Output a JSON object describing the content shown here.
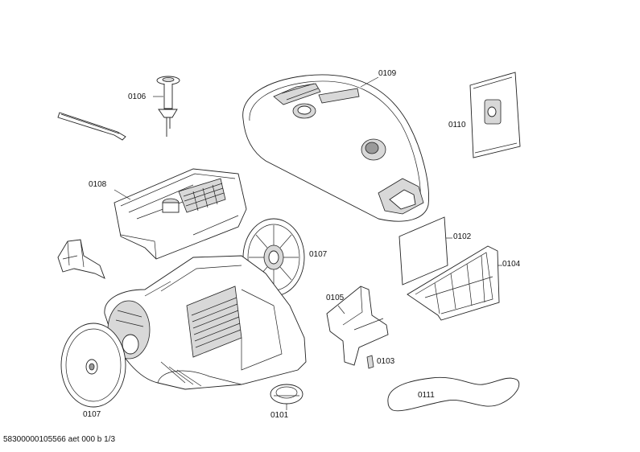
{
  "parts": [
    {
      "id": "p0101",
      "label": "0101"
    },
    {
      "id": "p0102",
      "label": "0102"
    },
    {
      "id": "p0103",
      "label": "0103"
    },
    {
      "id": "p0104",
      "label": "0104"
    },
    {
      "id": "p0105",
      "label": "0105"
    },
    {
      "id": "p0106",
      "label": "0106"
    },
    {
      "id": "p0107a",
      "label": "0107"
    },
    {
      "id": "p0107b",
      "label": "0107"
    },
    {
      "id": "p0108",
      "label": "0108"
    },
    {
      "id": "p0109",
      "label": "0109"
    },
    {
      "id": "p0110",
      "label": "0110"
    },
    {
      "id": "p0111",
      "label": "0111"
    }
  ],
  "footer": "58300000105566 aet 000 b 1/3"
}
